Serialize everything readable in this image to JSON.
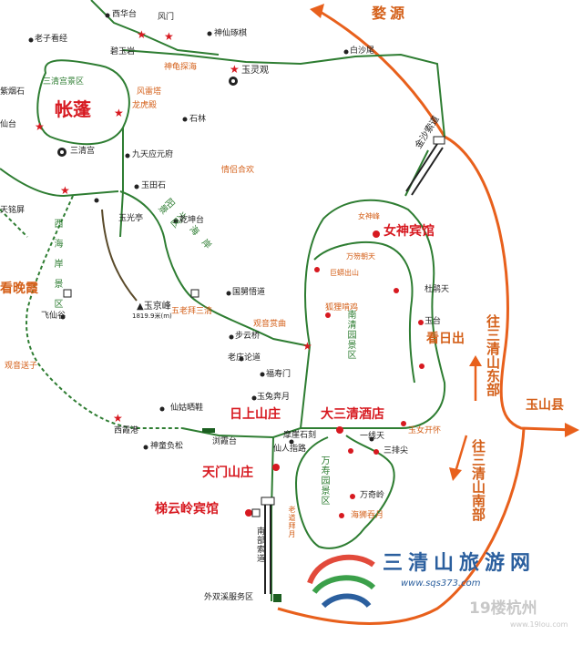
{
  "directions": {
    "wuyuan": "婺源",
    "yushan": "玉山县",
    "east": "往三清山东部",
    "south": "往三清山南部"
  },
  "cableways": {
    "jinsha": "金沙索道",
    "south": "南部索道"
  },
  "hotels": {
    "nvshen": "女神宾馆",
    "rishang": "日上山庄",
    "dasanqing": "大三清酒店",
    "tianmen": "天门山庄",
    "tiyunling": "梯云岭宾馆"
  },
  "areas": {
    "sanqinggong": "三清宫景区",
    "nanqingyuan": "南清园景区",
    "wanshouyuan": "万寿园景区",
    "yangguang": "阳光海岸景区",
    "xihai": "西海岸景区"
  },
  "big_labels": {
    "zhangpeng": "帐蓬",
    "kanwanxia": "看晚霞",
    "kanrichu": "看日出"
  },
  "peak": {
    "name": "▲玉京峰",
    "height": "1819.9米(m)"
  },
  "terminus": "外双溪服务区",
  "places": {
    "xihuatai": "西华台",
    "fengmen": "风门",
    "shenxianzhuoqi": "神仙琢棋",
    "laozikanjing": "老子看经",
    "biyuyan": "碧玉岩",
    "baishawei": "白沙尾",
    "shenguitanhai": "神龟探海",
    "yulingguan": "玉灵观",
    "fengleita": "风雷塔",
    "longhudian": "龙虎殿",
    "ziyanshi": "紫烟石",
    "shilin": "石林",
    "longxiantai": "仙台",
    "sanqinggong": "三清宫",
    "jiutianyingyuanfu": "九天应元府",
    "qingluhehuan": "情侣合欢",
    "tianmingping": "天铭屏",
    "yutianshi": "玉田石",
    "yuguangting": "玉光亭",
    "qiankuntai": "乾坤台",
    "guojiuwuwu": "国舅悟道",
    "wulaobaisanqing": "五老拜三清",
    "guanyinshangqu": "观音赏曲",
    "buyunqiao": "步云桥",
    "feixiangu": "飞仙谷",
    "guanyinsongzi": "观音送子",
    "nvshenfeng": "女神峰",
    "wanhuchaotian": "万笏朝天",
    "jumangchushan": "巨蟒出山",
    "dujuantian": "杜鹃天",
    "hulitiji": "狐狸啃鸡",
    "yutai": "玉台",
    "laozhuangluntao": "老庄论道",
    "fushoumen": "福寿门",
    "xianguliuxie": "仙姑晒鞋",
    "yutubenyue": "玉兔奔月",
    "xixiagang": "西霞港",
    "shentongfusong": "神童负松",
    "xiaxiatai": "浏霞台",
    "moyashike": "摩崖石刻",
    "xianrenzhilu": "仙人指路",
    "yixiantian": "一线天",
    "yunujaihuai": "玉女开怀",
    "sanpaijian": "三排尖",
    "wanqiling": "万奇岭",
    "haishichunyue": "海狮吞月",
    "laoyunbaiyue": "老道拜月"
  },
  "watermark": {
    "title": "三清山旅游网",
    "url": "www.sqs373.com",
    "site": "19楼杭州",
    "site_url": "www.19lou.com"
  },
  "colors": {
    "road": "#2e7d32",
    "route": "#e8601c",
    "hotel": "#d71920"
  }
}
